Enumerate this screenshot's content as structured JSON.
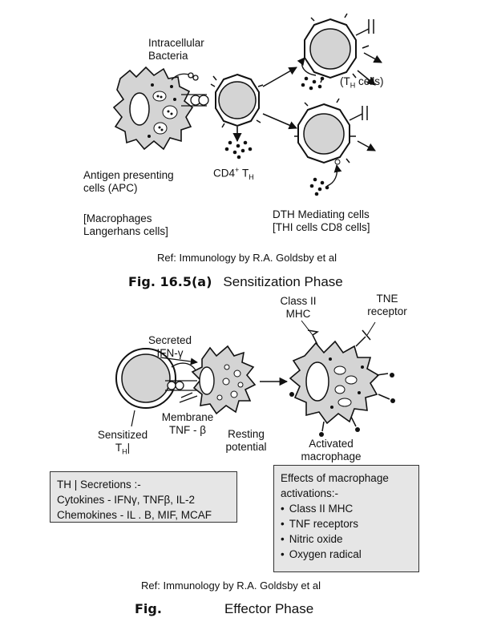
{
  "sensitization": {
    "intracellular_1": "Intracellular",
    "intracellular_2": "Bacteria",
    "th_cells": "(T",
    "th_sub": "H",
    "th_tail": " cells)",
    "cd4": "CD4",
    "cd4_sup": "+",
    "cd4_t": "T",
    "cd4_sub": "H",
    "apc_1": "Antigen presenting",
    "apc_2": "cells (APC)",
    "mac_1": "[Macrophages",
    "mac_2": "Langerhans cells]",
    "dth_1": "DTH Mediating cells",
    "dth_2": "[THI cells CD8 cells]",
    "ref": "Ref: Immunology by R.A. Goldsby et al",
    "fig_num": "Fig. 16.5(a)",
    "fig_title": "Sensitization Phase"
  },
  "effector": {
    "class2_1": "Class II",
    "class2_2": "MHC",
    "tne_1": "TNE",
    "tne_2": "receptor",
    "secreted_1": "Secreted",
    "secreted_2": "IFN-γ",
    "membrane_1": "Membrane",
    "membrane_2": "TNF - β",
    "sensitized_1": "Sensitized",
    "sensitized_2": "T",
    "sensitized_sub": "H",
    "sensitized_bar": "|",
    "resting_1": "Resting",
    "resting_2": "potential",
    "activated_1": "Activated",
    "activated_2": "macrophage",
    "secretions": {
      "title": "TH | Secretions :-",
      "line1": "Cytokines - IFNγ, TNFβ, IL-2",
      "line2": "Chemokines - IL . B, MIF, MCAF"
    },
    "effects": {
      "title_1": "Effects of macrophage",
      "title_2": "activations:-",
      "items": [
        "Class II MHC",
        "TNF receptors",
        "Nitric oxide",
        "Oxygen radical"
      ]
    },
    "ref": "Ref: Immunology by R.A. Goldsby et al",
    "fig_num": "Fig.",
    "fig_title": "Effector Phase"
  }
}
